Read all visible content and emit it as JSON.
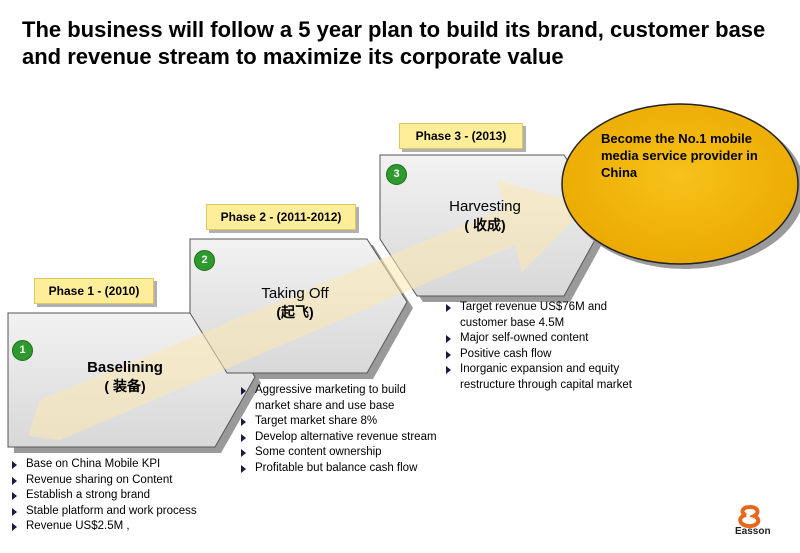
{
  "title": "The business will follow a 5 year plan to build its brand, customer base and revenue stream to maximize its corporate value",
  "phases": [
    {
      "label": "Phase 1 - (2010)",
      "number": "1",
      "name": "Baselining",
      "name_sub": "( 装备)",
      "bullets": [
        "Base on China Mobile KPI",
        "Revenue sharing on Content",
        "Establish a strong brand",
        "Stable platform and work process",
        "Revenue US$2.5M  ,"
      ]
    },
    {
      "label": "Phase 2 - (2011-2012)",
      "number": "2",
      "name": "Taking Off",
      "name_sub": "(起飞)",
      "bullets": [
        "Aggressive marketing to build market share and use base",
        "Target market share 8%",
        "Develop alternative revenue stream",
        "Some content ownership",
        "Profitable but balance cash flow"
      ]
    },
    {
      "label": "Phase 3 - (2013)",
      "number": "3",
      "name": "Harvesting",
      "name_sub": "( 收成)",
      "bullets": [
        "Target revenue US$76M  and customer base 4.5M",
        "Major self-owned content",
        "Positive cash flow",
        "Inorganic expansion and  equity restructure through  capital market"
      ]
    }
  ],
  "goal": "Become the No.1 mobile media service provider in China",
  "logo": {
    "text": "Easson",
    "icon": "easson-logo-icon"
  },
  "colors": {
    "goal_fill": "#f2b600",
    "chevron_fill": "#e6e6e6",
    "arrow_fill": "#fbeec2",
    "label_fill": "#ffee99",
    "number_fill": "#2e9a2e",
    "logo_color": "#e8671c"
  }
}
